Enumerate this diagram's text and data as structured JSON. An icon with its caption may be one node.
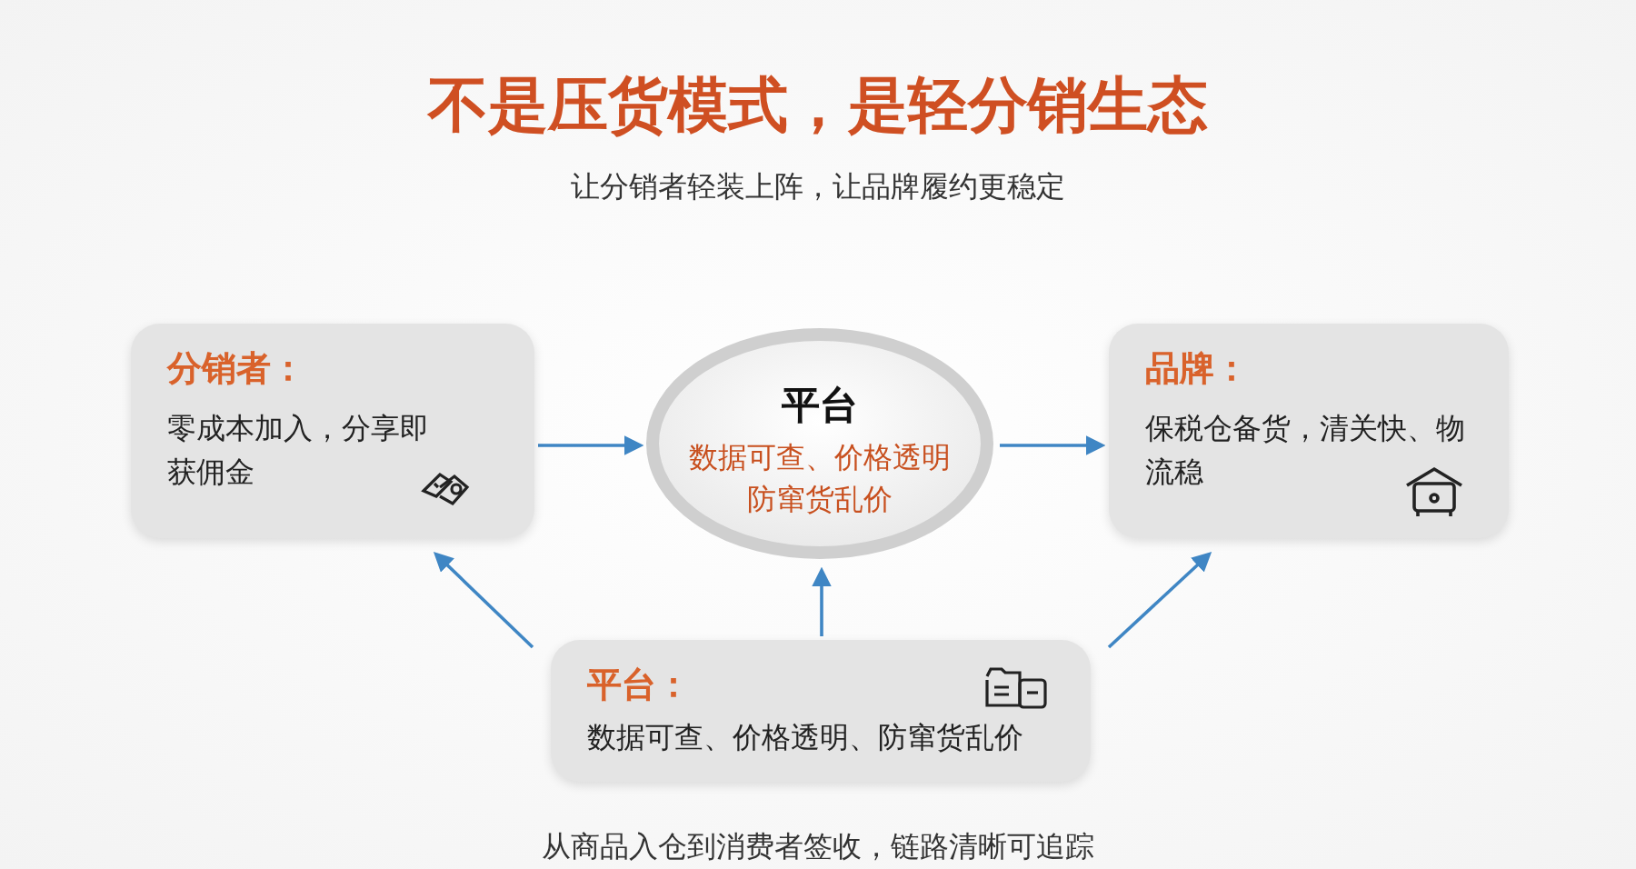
{
  "diagram": {
    "title": "不是压货模式，是轻分销生态",
    "caption": "从商品入仓到消费者签收，链路清晰可追踪",
    "labels": [
      "让分销者轻装上阵，让品牌履约更稳定"
    ],
    "nodes": [
      {
        "text": [
          "分销者：",
          "零成本加入，分享即获佣金"
        ]
      },
      {
        "text": [
          "平台",
          "数据可查、价格透明防窜货乱价"
        ]
      },
      {
        "text": [
          "品牌：",
          "保税仓备货，清关快、物流稳"
        ]
      },
      {
        "text": [
          "平台：",
          "数据可查、价格透明、防窜货乱价"
        ]
      }
    ],
    "edges": [
      {
        "from": 0,
        "to": 1,
        "arrow": "to"
      },
      {
        "from": 1,
        "to": 2,
        "arrow": "to"
      },
      {
        "from": 3,
        "to": 0,
        "arrow": "to"
      },
      {
        "from": 3,
        "to": 1,
        "arrow": "to"
      },
      {
        "from": 3,
        "to": 2,
        "arrow": "to"
      }
    ]
  }
}
